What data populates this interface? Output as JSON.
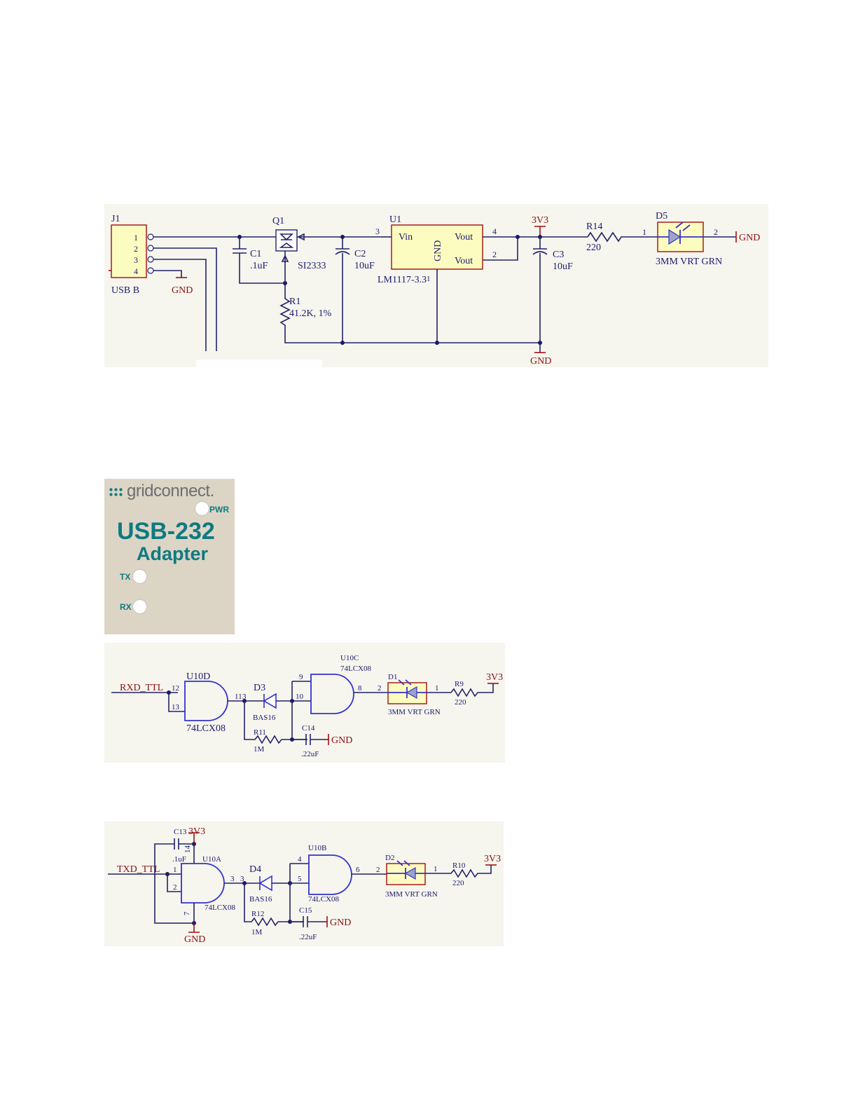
{
  "power_schematic": {
    "j1": {
      "ref": "J1",
      "value": "USB B",
      "pins": [
        "1",
        "2",
        "3",
        "4"
      ]
    },
    "q1": {
      "ref": "Q1",
      "value": "SI2333"
    },
    "c1": {
      "ref": "C1",
      "value": ".1uF"
    },
    "r1": {
      "ref": "R1",
      "value": "41.2K, 1%"
    },
    "c2": {
      "ref": "C2",
      "value": "10uF"
    },
    "u1": {
      "ref": "U1",
      "value": "LM1117-3.3",
      "vin": "Vin",
      "vout1": "Vout",
      "vout2": "Vout",
      "gnd": "GND",
      "pin_vin": "3",
      "pin_vout": "4",
      "pin_vout2": "2",
      "pin_gnd": "1"
    },
    "c3": {
      "ref": "C3",
      "value": "10uF"
    },
    "rail_3v3": "3V3",
    "r14": {
      "ref": "R14",
      "value": "220"
    },
    "d5": {
      "ref": "D5",
      "value": "3MM VRT GRN",
      "pin1": "1",
      "pin2": "2"
    },
    "gnd": "GND"
  },
  "front_panel": {
    "brand": "gridconnect.",
    "title_line1": "USB-232",
    "title_line2": "Adapter",
    "led_pwr": "PWR",
    "led_tx": "TX",
    "led_rx": "RX"
  },
  "rx_schematic": {
    "net": "RXD_TTL",
    "u10d": {
      "ref": "U10D",
      "value": "74LCX08",
      "in1": "12",
      "in2": "13",
      "out": "11"
    },
    "d3": {
      "ref": "D3",
      "value": "BAS16",
      "pin": "3"
    },
    "u10c": {
      "ref": "U10C",
      "value": "74LCX08",
      "in1": "9",
      "in2": "10",
      "out": "8"
    },
    "r11": {
      "ref": "R11",
      "value": "1M"
    },
    "c14": {
      "ref": "C14",
      "value": ".22uF"
    },
    "d1": {
      "ref": "D1",
      "value": "3MM VRT GRN",
      "pin1": "2",
      "pin2": "1"
    },
    "r9": {
      "ref": "R9",
      "value": "220"
    },
    "rail": "3V3",
    "gnd": "GND"
  },
  "tx_schematic": {
    "net": "TXD_TTL",
    "c13": {
      "ref": "C13",
      "value": ".1uF",
      "rail": "3V3",
      "pin": "14"
    },
    "u10a": {
      "ref": "U10A",
      "value": "74LCX08",
      "in1": "1",
      "in2": "2",
      "out": "3",
      "gnd_pin": "7"
    },
    "d4": {
      "ref": "D4",
      "value": "BAS16",
      "pin": "3"
    },
    "u10b": {
      "ref": "U10B",
      "value": "74LCX08",
      "in1": "4",
      "in2": "5",
      "out": "6"
    },
    "r12": {
      "ref": "R12",
      "value": "1M"
    },
    "c15": {
      "ref": "C15",
      "value": ".22uF"
    },
    "d2": {
      "ref": "D2",
      "value": "3MM VRT GRN",
      "pin1": "2",
      "pin2": "1"
    },
    "r10": {
      "ref": "R10",
      "value": "220"
    },
    "rail": "3V3",
    "gnd": "GND"
  }
}
